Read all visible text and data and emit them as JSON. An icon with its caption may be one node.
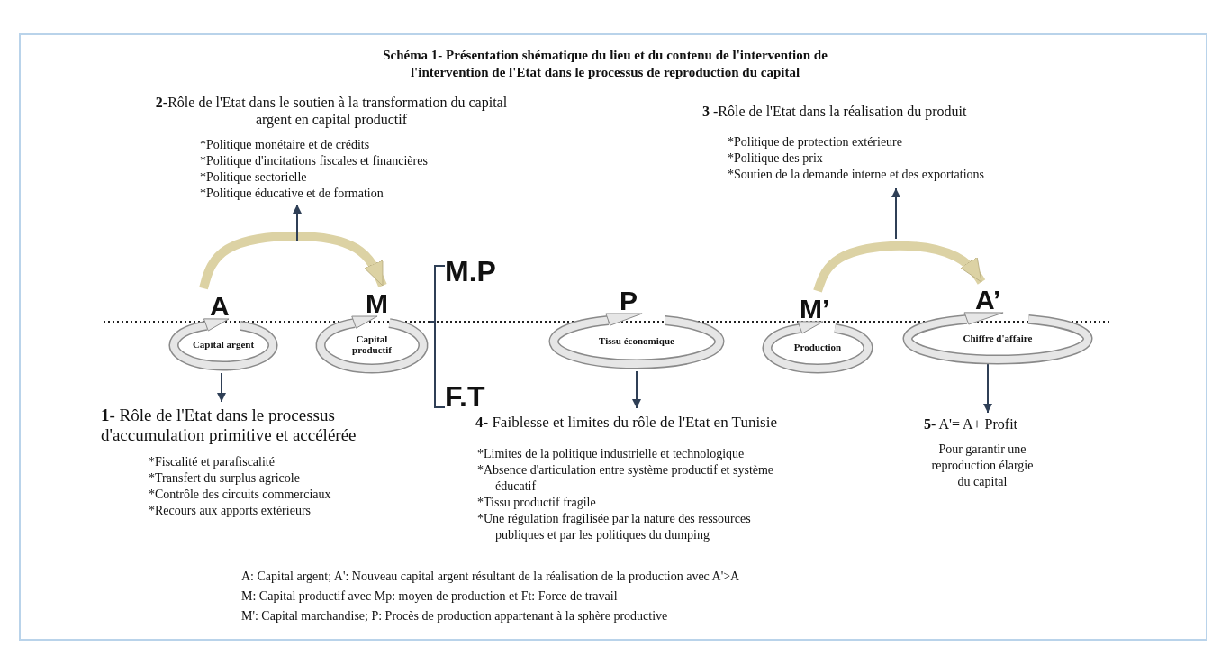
{
  "diagram": {
    "title": "Schéma 1- Présentation shématique du lieu et du contenu de l'intervention de l'intervention de l'Etat dans le processus de reproduction du capital",
    "nodes": [
      {
        "text": [
          "A",
          "Capital argent"
        ]
      },
      {
        "text": [
          "M",
          "Capital productif"
        ]
      },
      {
        "text": [
          "P",
          "Tissu économique"
        ]
      },
      {
        "text": [
          "M’",
          "Production"
        ]
      },
      {
        "text": [
          "A’",
          "Chiffre d'affaire"
        ]
      },
      {
        "text": [
          "M.P"
        ]
      },
      {
        "text": [
          "F.T"
        ]
      },
      {
        "text": [
          "**2**-Rôle de l'Etat dans le soutien à la transformation du capital argent en capital productif",
          "*Politique monétaire et de crédits",
          "*Politique d'incitations fiscales et financières",
          "*Politique sectorielle",
          "*Politique éducative et de formation"
        ]
      },
      {
        "text": [
          "**3** -Rôle de l'Etat dans la réalisation du produit",
          "*Politique de protection extérieure",
          "*Politique des prix",
          "*Soutien de la demande interne et des exportations"
        ]
      },
      {
        "text": [
          "**1**- Rôle de l'Etat dans le processus d'accumulation primitive et accélérée",
          "*Fiscalité et parafiscalité",
          "*Transfert du surplus agricole",
          "*Contrôle des circuits commerciaux",
          "*Recours aux apports extérieurs"
        ]
      },
      {
        "text": [
          "**4**- Faiblesse et limites du rôle de l'Etat en Tunisie",
          "*Limites de la politique industrielle et technologique",
          "*Absence d'articulation entre système productif et système éducatif",
          "*Tissu productif fragile",
          "*Une régulation fragilisée par la nature des ressources publiques et par les politiques du dumping"
        ]
      },
      {
        "text": [
          "**5**- A'= A+ Profit",
          "Pour garantir une reproduction élargie du capital"
        ]
      }
    ],
    "edges": [
      {
        "from": 0,
        "to": 1,
        "arrow": "to",
        "style": "thick",
        "color": "#dcd2a4"
      },
      {
        "from": null,
        "to": 7,
        "arrow": "to"
      },
      {
        "from": 1,
        "to": 5,
        "arrow": "none"
      },
      {
        "from": 1,
        "to": 6,
        "arrow": "none"
      },
      {
        "from": 3,
        "to": 4,
        "arrow": "to",
        "style": "thick",
        "color": "#dcd2a4"
      },
      {
        "from": null,
        "to": 8,
        "arrow": "to"
      },
      {
        "from": 0,
        "to": 9,
        "arrow": "to"
      },
      {
        "from": 2,
        "to": 10,
        "arrow": "to"
      },
      {
        "from": 4,
        "to": 11,
        "arrow": "to"
      }
    ],
    "labels": [
      "A: Capital argent; A': Nouveau capital argent résultant de la réalisation de la production avec A'>A",
      "M: Capital productif avec Mp: moyen de production et Ft: Force de travail",
      "M': Capital marchandise; P: Procès de production appartenant à la sphère productive"
    ]
  }
}
